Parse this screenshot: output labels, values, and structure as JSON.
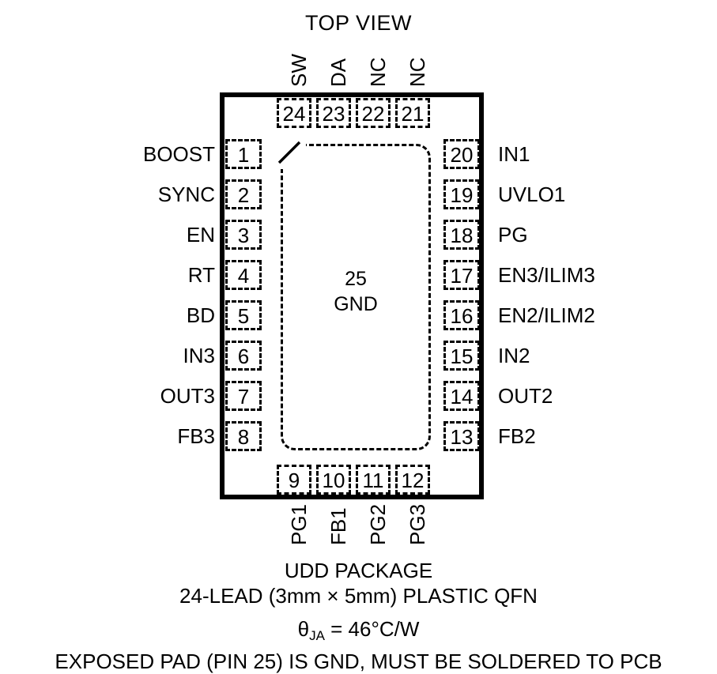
{
  "diagram": {
    "title": "TOP VIEW",
    "exposed_pad": {
      "pin_number": "25",
      "net_name": "GND",
      "text": "25\nGND"
    },
    "package_outline_color": "#000000",
    "background_color": "#FFFFFF"
  },
  "pins": {
    "left": [
      {
        "number": "1",
        "name": "BOOST"
      },
      {
        "number": "2",
        "name": "SYNC"
      },
      {
        "number": "3",
        "name": "EN"
      },
      {
        "number": "4",
        "name": "RT"
      },
      {
        "number": "5",
        "name": "BD"
      },
      {
        "number": "6",
        "name": "IN3"
      },
      {
        "number": "7",
        "name": "OUT3"
      },
      {
        "number": "8",
        "name": "FB3"
      }
    ],
    "bottom": [
      {
        "number": "9",
        "name": "PG1"
      },
      {
        "number": "10",
        "name": "FB1"
      },
      {
        "number": "11",
        "name": "PG2"
      },
      {
        "number": "12",
        "name": "PG3"
      }
    ],
    "right": [
      {
        "number": "13",
        "name": "FB2"
      },
      {
        "number": "14",
        "name": "OUT2"
      },
      {
        "number": "15",
        "name": "IN2"
      },
      {
        "number": "16",
        "name": "EN2/ILIM2"
      },
      {
        "number": "17",
        "name": "EN3/ILIM3"
      },
      {
        "number": "18",
        "name": "PG"
      },
      {
        "number": "19",
        "name": "UVLO1"
      },
      {
        "number": "20",
        "name": "IN1"
      }
    ],
    "top": [
      {
        "number": "21",
        "name": "NC"
      },
      {
        "number": "22",
        "name": "NC"
      },
      {
        "number": "23",
        "name": "DA"
      },
      {
        "number": "24",
        "name": "SW"
      }
    ]
  },
  "caption": {
    "package_name": "UDD PACKAGE",
    "package_description": "24-LEAD (3mm × 5mm) PLASTIC QFN",
    "theta_symbol": "θ",
    "theta_subscript": "JA",
    "theta_value": "= 46°C/W",
    "exposed_pad_note": "EXPOSED PAD (PIN 25) IS GND, MUST BE SOLDERED TO PCB"
  }
}
